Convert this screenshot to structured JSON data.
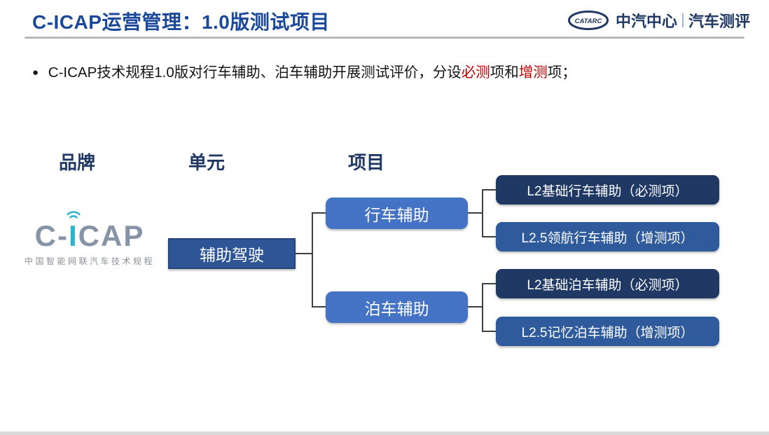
{
  "slide": {
    "title": "C-ICAP运营管理：1.0版测试项目",
    "header_logo": {
      "oval_text": "CATARC",
      "org": "中汽中心",
      "divider": "|",
      "product": "汽车测评"
    },
    "bullet": {
      "marker": "●",
      "seg1": "C-ICAP技术规程1.0版对行车辅助、泊车辅助开展测试评价，分设",
      "seg2_red": "必测",
      "seg3": "项和",
      "seg4_red": "增测",
      "seg5": "项；"
    },
    "columns": {
      "brand": "品牌",
      "unit": "单元",
      "item": "项目"
    },
    "brand_logo": {
      "word_prefix": "C-",
      "word_i": "I",
      "word_suffix": "CAP",
      "subtitle": "中国智能网联汽车技术规程"
    },
    "tree": {
      "root": "辅助驾驶",
      "branches": [
        {
          "label": "行车辅助",
          "children": [
            {
              "label": "L2基础行车辅助（必测项）",
              "type": "required"
            },
            {
              "label": "L2.5领航行车辅助（增测项）",
              "type": "optional"
            }
          ]
        },
        {
          "label": "泊车辅助",
          "children": [
            {
              "label": "L2基础泊车辅助（必测项）",
              "type": "required"
            },
            {
              "label": "L2.5记忆泊车辅助（增测项）",
              "type": "optional"
            }
          ]
        }
      ]
    },
    "colors": {
      "title_blue": "#1A489B",
      "navy": "#1F3864",
      "root_box": "#2E5596",
      "branch_box": "#4472C4",
      "leaf_required": "#1F3864",
      "leaf_optional": "#2F5B9C",
      "accent_red": "#C00000",
      "logo_teal": "#2EB4C8",
      "logo_gray": "#8793A6",
      "footer_gray": "#D9D9D9"
    }
  }
}
